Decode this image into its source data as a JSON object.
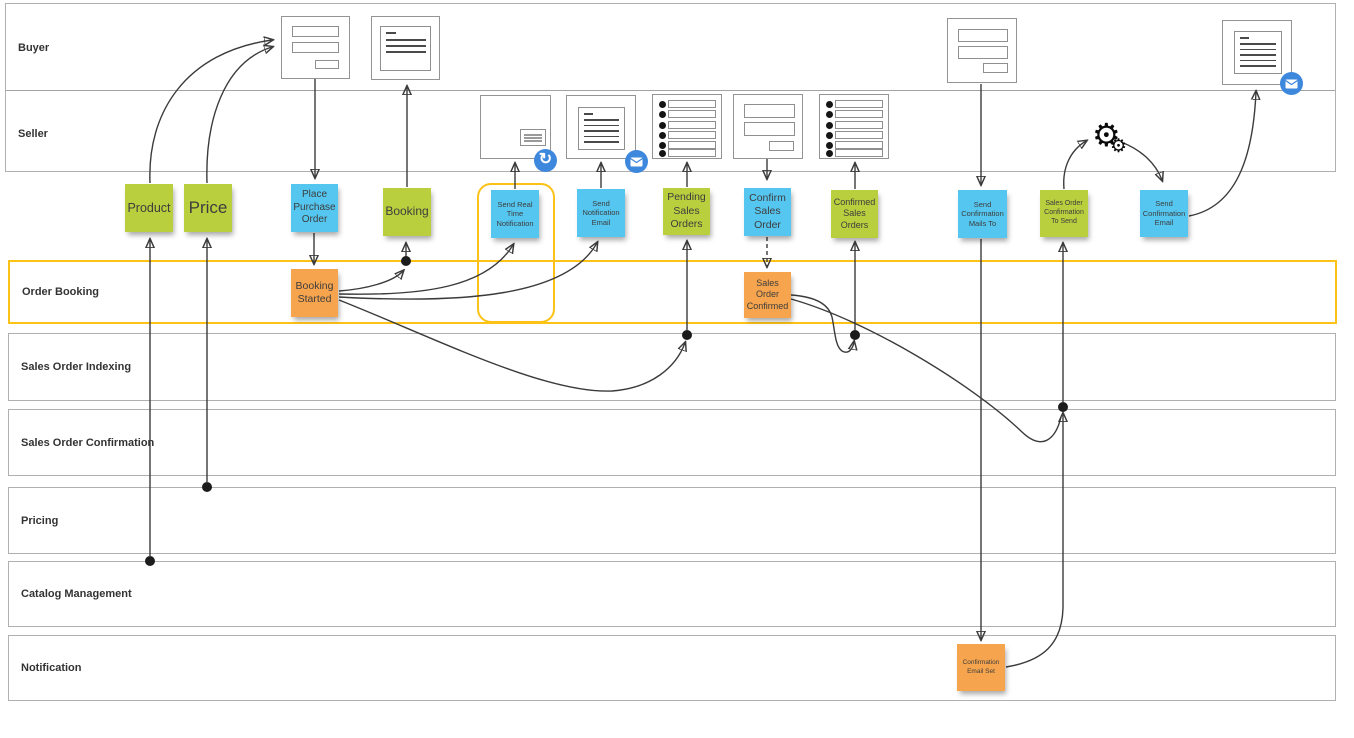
{
  "diagram": {
    "kind": "event-storming swimlane diagram"
  },
  "colors": {
    "sticky_green": "#b9cf3e",
    "sticky_blue": "#55c6ef",
    "sticky_orange": "#f6a44d",
    "highlight_yellow": "#fdc218",
    "badge_blue": "#3d87dd",
    "arrow": "#3b3b3b",
    "lane_border": "#b0b0b0"
  },
  "lanes": [
    {
      "label": "Buyer"
    },
    {
      "label": "Seller"
    },
    {
      "label": "Order Booking"
    },
    {
      "label": "Sales Order Indexing"
    },
    {
      "label": "Sales Order Confirmation"
    },
    {
      "label": "Pricing"
    },
    {
      "label": "Catalog Management"
    },
    {
      "label": "Notification"
    }
  ],
  "stickies": [
    {
      "label": "Product",
      "color": "sticky_green"
    },
    {
      "label": "Price",
      "color": "sticky_green"
    },
    {
      "label": "Place\nPurchase\nOrder",
      "color": "sticky_blue"
    },
    {
      "label": "Booking",
      "color": "sticky_green"
    },
    {
      "label": "Send Real\nTime\nNotification",
      "color": "sticky_blue"
    },
    {
      "label": "Send\nNotification\nEmail",
      "color": "sticky_blue"
    },
    {
      "label": "Pending\nSales\nOrders",
      "color": "sticky_green"
    },
    {
      "label": "Confirm\nSales\nOrder",
      "color": "sticky_blue"
    },
    {
      "label": "Confirmed\nSales\nOrders",
      "color": "sticky_green"
    },
    {
      "label": "Send\nConfirmation\nMails To",
      "color": "sticky_blue"
    },
    {
      "label": "Sales Order\nConfirmation\nTo Send",
      "color": "sticky_green"
    },
    {
      "label": "Send\nConfirmation\nEmail",
      "color": "sticky_blue"
    },
    {
      "label": "Booking\nStarted",
      "color": "sticky_orange"
    },
    {
      "label": "Sales\nOrder\nConfirmed",
      "color": "sticky_orange"
    },
    {
      "label": "Confirmation\nEmail Set",
      "color": "sticky_orange"
    }
  ],
  "icons": [
    {
      "name": "purchase-order-form-wireframe"
    },
    {
      "name": "booking-document-wireframe"
    },
    {
      "name": "realtime-notification-window-wireframe"
    },
    {
      "name": "notification-email-document-wireframe"
    },
    {
      "name": "pending-orders-list-wireframe"
    },
    {
      "name": "confirm-order-form-wireframe"
    },
    {
      "name": "confirmed-orders-list-wireframe"
    },
    {
      "name": "confirmation-mail-form-wireframe"
    },
    {
      "name": "confirmation-email-document-wireframe"
    },
    {
      "name": "gears-process-icon"
    },
    {
      "name": "refresh-badge"
    },
    {
      "name": "email-badge"
    }
  ],
  "connections": [
    {
      "from": "product",
      "to": "purchase-order-form-wireframe"
    },
    {
      "from": "price",
      "to": "purchase-order-form-wireframe"
    },
    {
      "from": "purchase-order-form-wireframe",
      "to": "place-purchase-order"
    },
    {
      "from": "place-purchase-order",
      "to": "booking-started"
    },
    {
      "from": "catalog-management-lane",
      "to": "product"
    },
    {
      "from": "pricing-lane",
      "to": "price"
    },
    {
      "from": "booking-started",
      "to": "booking"
    },
    {
      "from": "booking",
      "to": "booking-document-wireframe"
    },
    {
      "from": "booking-started",
      "to": "send-real-time-notification"
    },
    {
      "from": "booking-started",
      "to": "send-notification-email"
    },
    {
      "from": "booking-started",
      "to": "pending-sales-orders"
    },
    {
      "from": "send-real-time-notification",
      "to": "realtime-notification-window-wireframe"
    },
    {
      "from": "send-notification-email",
      "to": "notification-email-document-wireframe"
    },
    {
      "from": "pending-sales-orders",
      "to": "pending-orders-list-wireframe"
    },
    {
      "from": "confirm-order-form-wireframe",
      "to": "confirm-sales-order"
    },
    {
      "from": "confirm-sales-order",
      "to": "sales-order-confirmed"
    },
    {
      "from": "sales-order-confirmed",
      "to": "confirmed-sales-orders"
    },
    {
      "from": "confirmed-sales-orders",
      "to": "confirmed-orders-list-wireframe"
    },
    {
      "from": "sales-order-confirmed",
      "to": "sales-order-confirmation-to-send"
    },
    {
      "from": "confirmation-mail-form-wireframe",
      "to": "send-confirmation-mails-to"
    },
    {
      "from": "send-confirmation-mails-to",
      "to": "confirmation-email-set"
    },
    {
      "from": "confirmation-email-set",
      "to": "sales-order-confirmation-to-send"
    },
    {
      "from": "sales-order-confirmation-to-send",
      "to": "gears-process-icon"
    },
    {
      "from": "gears-process-icon",
      "to": "send-confirmation-email"
    },
    {
      "from": "send-confirmation-email",
      "to": "confirmation-email-document-wireframe"
    }
  ]
}
